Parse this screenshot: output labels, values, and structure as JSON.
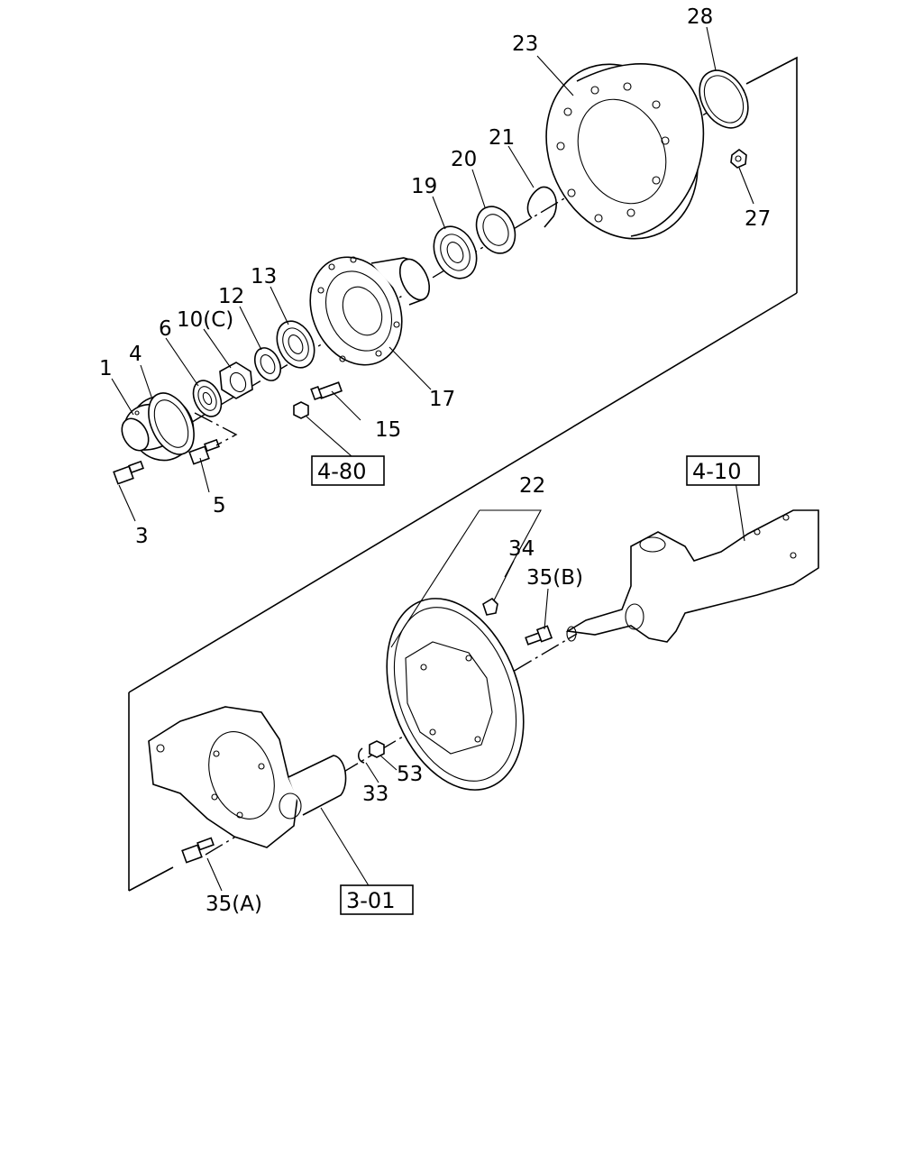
{
  "callouts": {
    "c1": "1",
    "c3": "3",
    "c4": "4",
    "c5": "5",
    "c6": "6",
    "c10": "10(C)",
    "c12": "12",
    "c13": "13",
    "c15": "15",
    "c17": "17",
    "c19": "19",
    "c20": "20",
    "c21": "21",
    "c22": "22",
    "c23": "23",
    "c27": "27",
    "c28": "28",
    "c33": "33",
    "c34": "34",
    "c35a": "35(A)",
    "c35b": "35(B)",
    "c53": "53"
  },
  "refs": {
    "r480": "4-80",
    "r410": "4-10",
    "r301": "3-01"
  }
}
